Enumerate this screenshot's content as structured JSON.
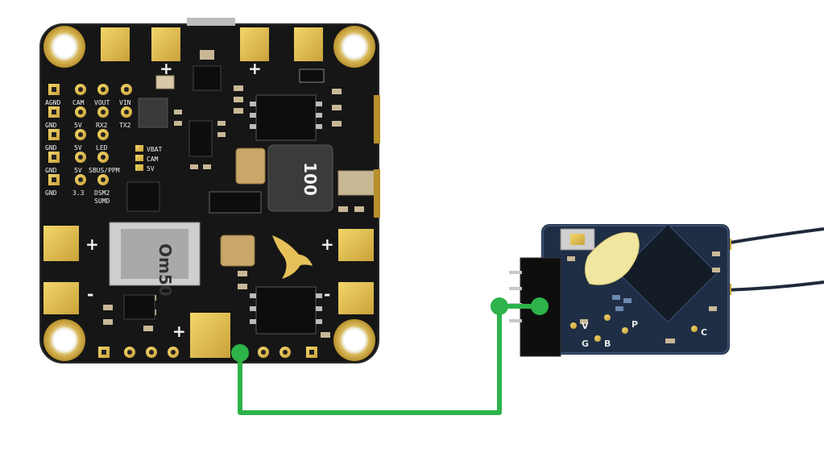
{
  "fc_board": {
    "left_labels": [
      "AGND",
      "GND",
      "GND",
      "GND",
      "GND"
    ],
    "col2_labels": [
      "CAM",
      "5V",
      "5V",
      "5V",
      "3.3"
    ],
    "col3_labels": [
      "VOUT",
      "RX2",
      "LED",
      "SBUS/PPM",
      "DSM2"
    ],
    "col4_labels": [
      "VIN",
      "TX2"
    ],
    "sumd_label": "SUMD",
    "jumper_label": "VBAT",
    "jumper_label2": "CAM",
    "jumper_label3": "5V",
    "inductor_text": "100",
    "shunt_text": "Om50",
    "plus_sign": "+",
    "minus_sign": "-"
  },
  "receiver": {
    "pin_labels": [
      "G",
      "V",
      "B",
      "P",
      "C"
    ]
  },
  "wire": {
    "color": "#2db34a"
  }
}
